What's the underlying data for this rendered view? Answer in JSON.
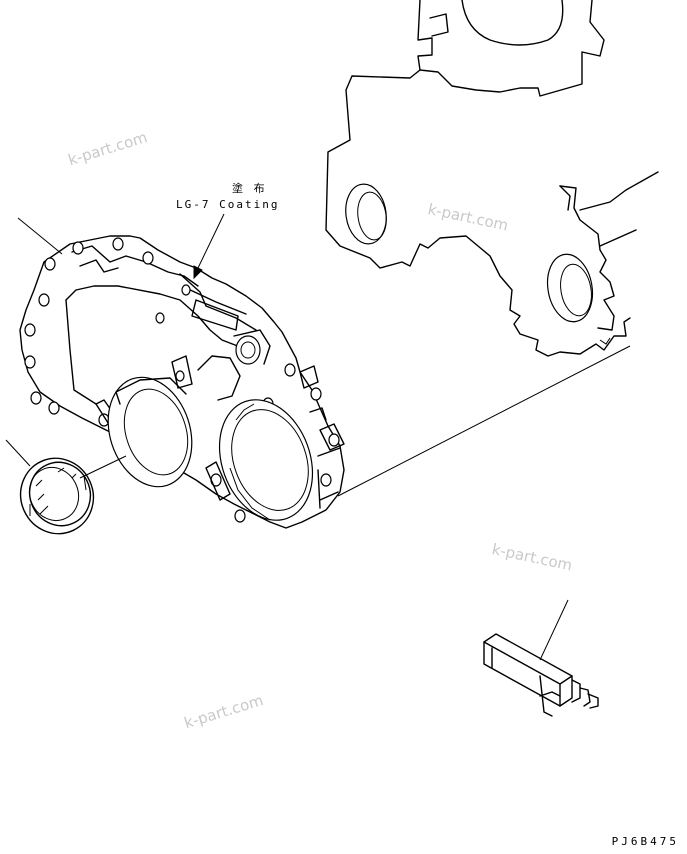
{
  "annotation": {
    "japanese": "塗 布",
    "english": "LG-7 Coating"
  },
  "drawing_code": "PJ6B475",
  "watermark": "k-part.com",
  "colors": {
    "line": "#000000",
    "watermark": "#c9c9c9",
    "background": "#ffffff"
  }
}
